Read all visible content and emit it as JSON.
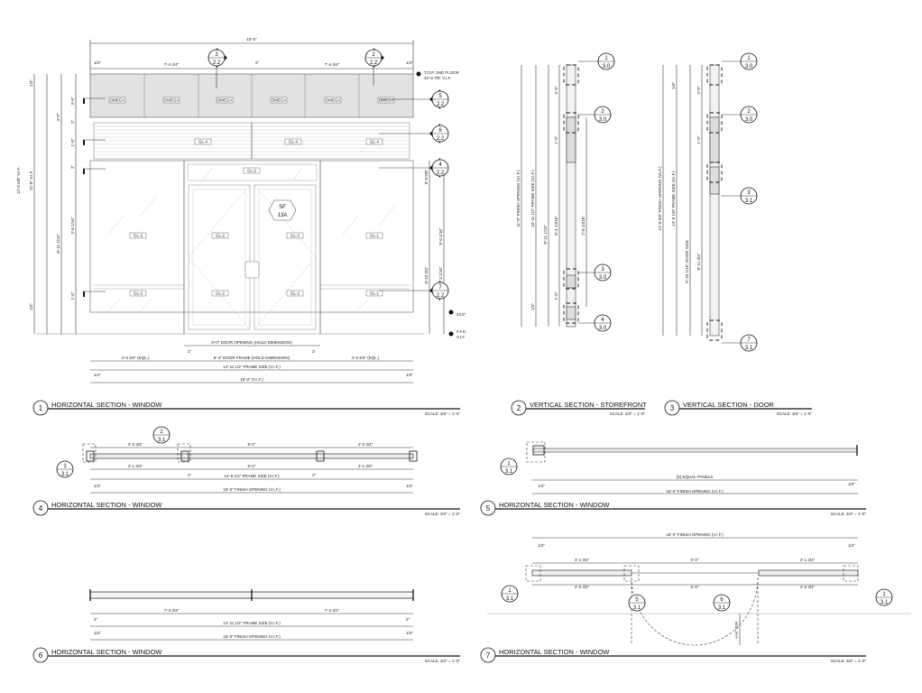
{
  "elevation": {
    "overall_dim": "15'-0\"",
    "top_dims": [
      "1/4\"",
      "7'-4 3/4\"",
      "2\"",
      "7'-4 3/4\"",
      "1/4\""
    ],
    "omega_labels": [
      "OMEGA",
      "OMEGA",
      "OMEGA",
      "OMEGA",
      "OMEGA",
      "OMEGA"
    ],
    "louver_labels": [
      "GL-4",
      "GL-4",
      "GL-4"
    ],
    "transom_label": "GL-2",
    "glass_labels_upper": [
      "GL-2",
      "GL-2",
      "GL-2",
      "GL-1"
    ],
    "glass_labels_lower": [
      "GL-2",
      "GL-2",
      "GL-2",
      "GL-1"
    ],
    "door_tag": {
      "line1": "SF",
      "line2": "13A"
    },
    "level_top": {
      "line1": "T.O.P. 2ND FLOOR",
      "line2": "42'-8 7/8\" V.I.F."
    },
    "level_bottom": {
      "line1": "F.F.E.",
      "line2": "V.I.F."
    },
    "level_mid": "34.5\"",
    "left_dims": [
      "12'-0 5/8\" V.I.F.",
      "11'-0\" V.I.F.",
      "1/4\"",
      "8'-11 1/16\"",
      "2'-8 1/16\"",
      "4'-0\"",
      "1'-0\"",
      "3'-9\"",
      "2\"",
      "1'-0\"",
      "2\"",
      "1/4\""
    ],
    "right_dims": [
      "0'-9 5/8\"",
      "8'-10 3/4\"",
      "8'-3 1/16\"",
      "8'-0 1/16\""
    ],
    "bottom_dims": {
      "door_opening": "8'-0\" DOOR OPENING (HOLD DIMENSION)",
      "eql_left": "4'-3 3/4\" (EQL.)",
      "door_frame": "8'-4\" DOOR FRAME (HOLD DIMENSION)",
      "eql_right": "4'-3 3/4\" (EQL.)",
      "two_in_left": "2\"",
      "two_in_right": "2\"",
      "frame_size": "14'-11 1/2\" FRAME SIZE (V.I.F.)",
      "quarter_left": "1/4\"",
      "quarter_right": "1/4\"",
      "overall": "15'-0\" (V.I.F.)"
    },
    "callouts": [
      {
        "num": "3",
        "sheet": "2.2"
      },
      {
        "num": "2",
        "sheet": "2.2"
      },
      {
        "num": "5",
        "sheet": "2.2"
      },
      {
        "num": "6",
        "sheet": "2.2"
      },
      {
        "num": "4",
        "sheet": "2.2"
      },
      {
        "num": "7",
        "sheet": "2.2"
      }
    ]
  },
  "vsection_storefront": {
    "dims": [
      "11'-0\" FINISH OPENING (V.I.F.)",
      "10'-11 1/2\" FRAME SIZE (V.I.F.)",
      "8'-11 1/16\"",
      "8'-4 13/16\"",
      "2'-8 13/16\"",
      "1'-0\"",
      "1'-0\"",
      "3'-9\"",
      "1/4\""
    ],
    "callouts": [
      {
        "num": "1",
        "sheet": "3.0"
      },
      {
        "num": "2",
        "sheet": "3.0"
      },
      {
        "num": "3",
        "sheet": "3.0"
      },
      {
        "num": "4",
        "sheet": "3.0"
      }
    ]
  },
  "vsection_door": {
    "dims": [
      "12'-0 5/8\" FINISH OPENING (V.I.F.)",
      "12'-0 1/8\" FRAME SIZE (V.I.F.)",
      "8'-10 1/16\" DOOR SIZE",
      "8'-11 3/4\"",
      "1'-0\"",
      "3'-9\"",
      "1/4\""
    ],
    "callouts": [
      {
        "num": "1",
        "sheet": "3.0"
      },
      {
        "num": "2",
        "sheet": "3.0"
      },
      {
        "num": "3",
        "sheet": "3.1"
      },
      {
        "num": "7",
        "sheet": "3.1"
      }
    ]
  },
  "section4": {
    "dims_top": [
      "4'-3 3/4\"",
      "8'-2\"",
      "4'-3 3/4\""
    ],
    "dims_mid": [
      "4'-1 3/4\"",
      "8'-0\"",
      "4'-1 3/4\""
    ],
    "frame_size": "14'-8 1/2\" FRAME SIZE (V.I.F.)",
    "overall": "15'-0\" FINISH OPENING (V.I.F.)",
    "two_in": [
      "2\"",
      "2\""
    ],
    "quarters": [
      "1/4\"",
      "1/4\""
    ],
    "callouts": [
      {
        "num": "1",
        "sheet": "3.1"
      },
      {
        "num": "2",
        "sheet": "3.1"
      }
    ]
  },
  "section5": {
    "panels": "(5) EQUAL PANELS",
    "overall": "15'-0\" FINISH OPENING (V.I.F.)",
    "quarters": [
      "1/4\"",
      "1/4\""
    ],
    "callouts": [
      {
        "num": "1",
        "sheet": "3.1"
      }
    ]
  },
  "section6": {
    "dims_top": [
      "7'-3 3/4\"",
      "7'-3 3/4\""
    ],
    "frame_size": "14'-11 1/2\" FRAME SIZE (V.I.F.)",
    "overall": "15'-0\" FINISH OPENING (V.I.F.)",
    "two_in": [
      "2\"",
      "2\""
    ],
    "quarters": [
      "1/4\"",
      "1/4\""
    ]
  },
  "section7": {
    "overall": "15'-0\" FINISH OPENING (V.I.F.)",
    "dims_top": [
      "4'-1 3/4\"",
      "6'-0\"",
      "4'-1 3/4\""
    ],
    "dims_bottom": [
      "4'-5 3/4\"",
      "6'-0\"",
      "4'-5 3/4\""
    ],
    "quarters": [
      "1/4\"",
      "1/4\""
    ],
    "door_swing": "+/-6\" TYP.",
    "callouts": [
      {
        "num": "1",
        "sheet": "3.1"
      },
      {
        "num": "5",
        "sheet": "3.1"
      },
      {
        "num": "6",
        "sheet": "3.1"
      },
      {
        "num": "1",
        "sheet": "3.1"
      }
    ]
  },
  "titles": [
    {
      "num": "1",
      "title": "HORIZONTAL SECTION - WINDOW",
      "scale": "SCALE: 3/4\" = 1'-0\""
    },
    {
      "num": "2",
      "title": "VERTICAL SECTION - STOREFRONT",
      "scale": "SCALE: 3/4\" = 1'-0\""
    },
    {
      "num": "3",
      "title": "VERTICAL SECTION - DOOR",
      "scale": "SCALE: 3/4\" = 1'-0\""
    },
    {
      "num": "4",
      "title": "HORIZONTAL SECTION - WINDOW",
      "scale": "SCALE: 3/4\" = 1'-0\""
    },
    {
      "num": "5",
      "title": "HORIZONTAL SECTION - WINDOW",
      "scale": "SCALE: 3/4\" = 1'-0\""
    },
    {
      "num": "6",
      "title": "HORIZONTAL SECTION - WINDOW",
      "scale": "SCALE: 3/4\" = 1'-0\""
    },
    {
      "num": "7",
      "title": "HORIZONTAL SECTION - WINDOW",
      "scale": "SCALE: 3/4\" = 1'-0\""
    }
  ]
}
